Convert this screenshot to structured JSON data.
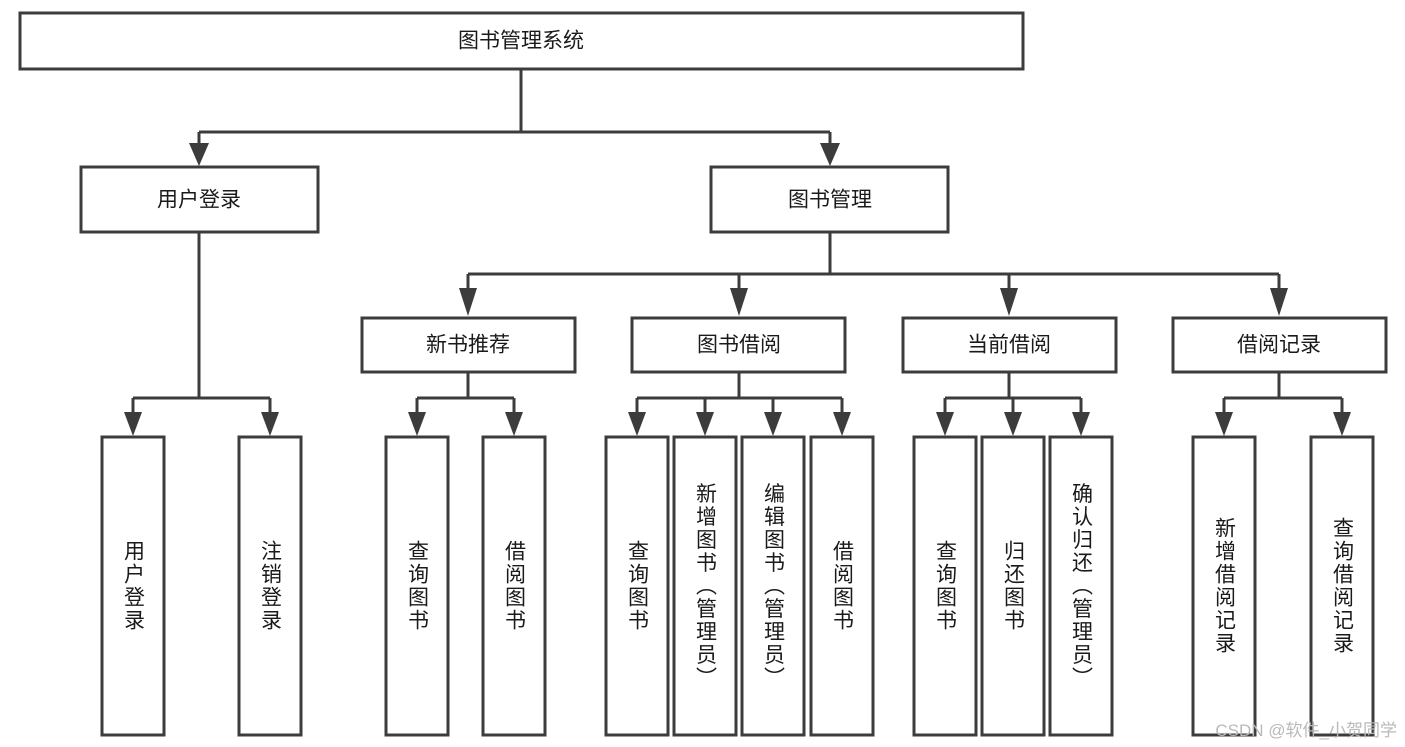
{
  "diagram": {
    "type": "hierarchy-tree",
    "title": "图书管理系统",
    "watermark": "CSDN @软件_小贺同学",
    "colors": {
      "stroke": "#3c3c3c",
      "fill": "#ffffff",
      "text": "#1a1a1a",
      "watermark": "#b9b9b9"
    },
    "nodes": {
      "root": {
        "label": "图书管理系统",
        "orientation": "horizontal"
      },
      "level2": [
        {
          "label": "用户登录",
          "orientation": "horizontal"
        },
        {
          "label": "图书管理",
          "orientation": "horizontal"
        }
      ],
      "level3": [
        {
          "label": "新书推荐",
          "orientation": "horizontal"
        },
        {
          "label": "图书借阅",
          "orientation": "horizontal"
        },
        {
          "label": "当前借阅",
          "orientation": "horizontal"
        },
        {
          "label": "借阅记录",
          "orientation": "horizontal"
        }
      ],
      "leaves_user_login": [
        {
          "label": "用户登录",
          "orientation": "vertical"
        },
        {
          "label": "注销登录",
          "orientation": "vertical"
        }
      ],
      "leaves_new_book": [
        {
          "label": "查询图书",
          "orientation": "vertical"
        },
        {
          "label": "借阅图书",
          "orientation": "vertical"
        }
      ],
      "leaves_borrow": [
        {
          "label": "查询图书",
          "orientation": "vertical"
        },
        {
          "label": "新增图书（管理员）",
          "orientation": "vertical"
        },
        {
          "label": "编辑图书（管理员）",
          "orientation": "vertical"
        },
        {
          "label": "借阅图书",
          "orientation": "vertical"
        }
      ],
      "leaves_current": [
        {
          "label": "查询图书",
          "orientation": "vertical"
        },
        {
          "label": "归还图书",
          "orientation": "vertical"
        },
        {
          "label": "确认归还（管理员）",
          "orientation": "vertical"
        }
      ],
      "leaves_record": [
        {
          "label": "新增借阅记录",
          "orientation": "vertical"
        },
        {
          "label": "查询借阅记录",
          "orientation": "vertical"
        }
      ]
    }
  }
}
